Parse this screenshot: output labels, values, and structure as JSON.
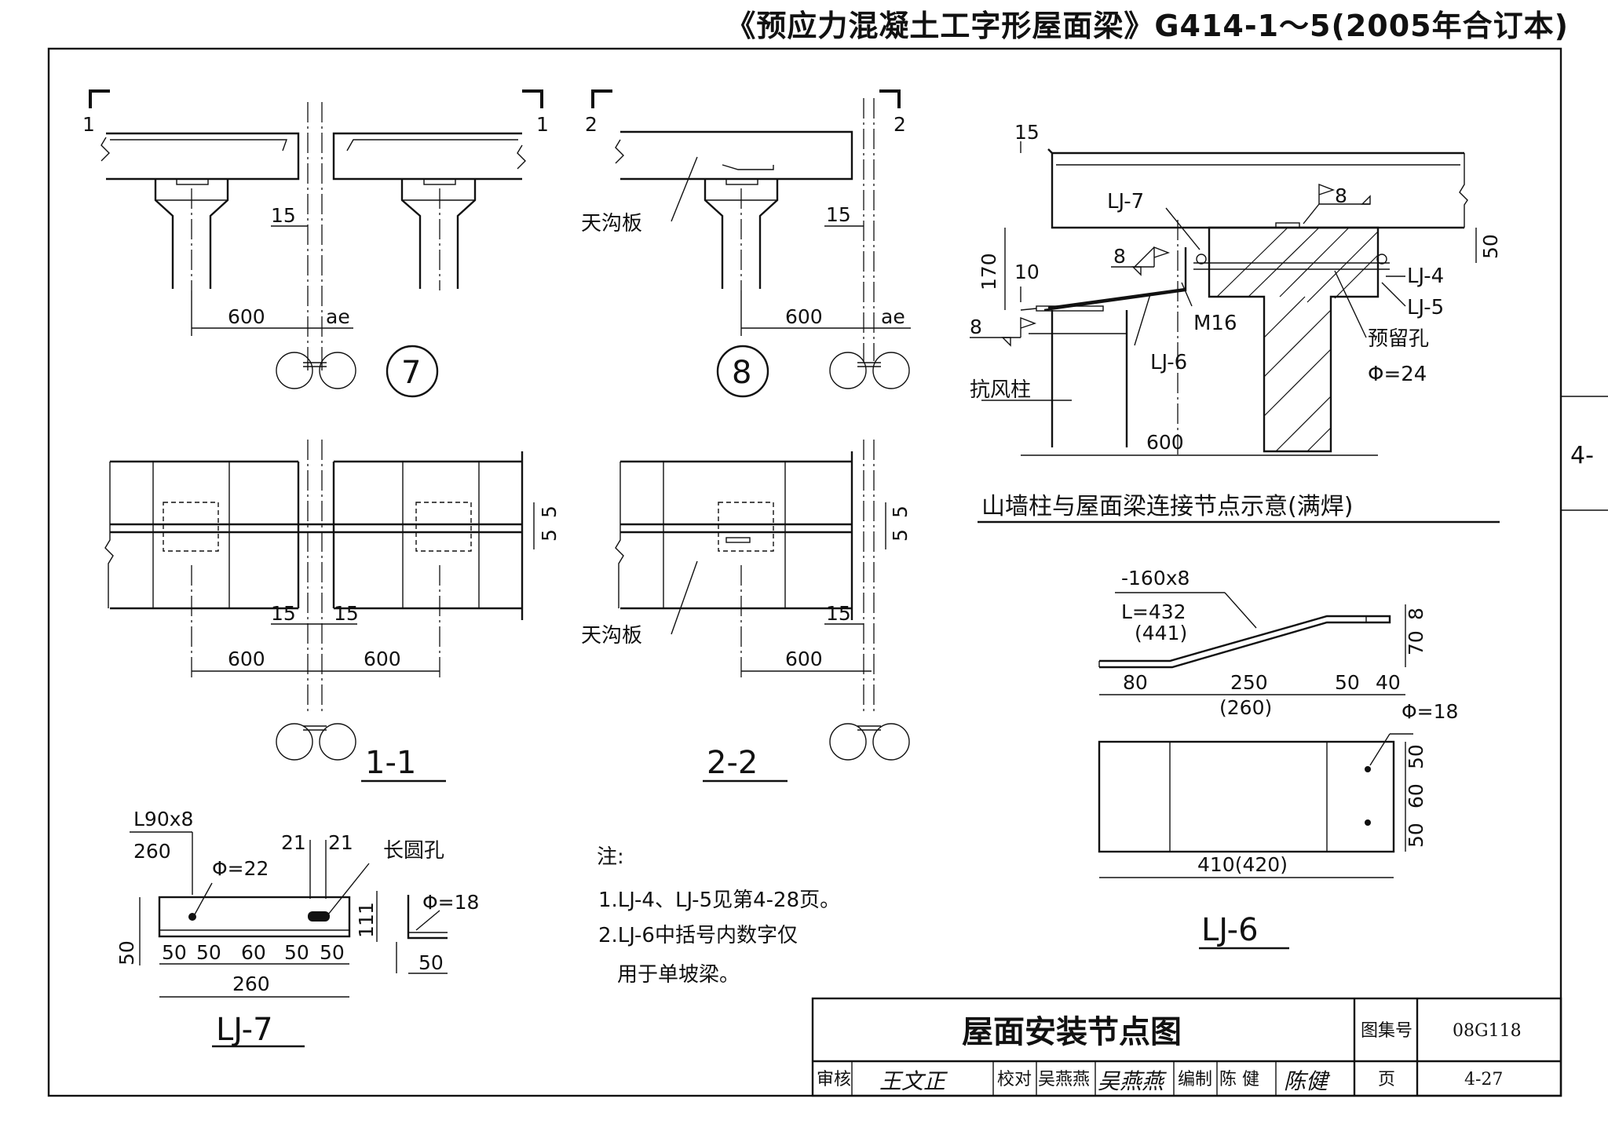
{
  "header": {
    "title": "《预应力混凝土工字形屋面梁》G414-1～5(2005年合订本)"
  },
  "side_tab": "4-",
  "detail7": {
    "section_marks": [
      "1",
      "1"
    ],
    "dims": {
      "d15": "15",
      "d600": "600",
      "ae": "ae"
    },
    "index": "7"
  },
  "detail8": {
    "section_marks": [
      "2",
      "2"
    ],
    "label_gutter": "天沟板",
    "dims": {
      "d15": "15",
      "d600": "600",
      "ae": "ae"
    },
    "index": "8"
  },
  "plan11": {
    "dims": {
      "d15a": "15",
      "d15b": "15",
      "d600a": "600",
      "d600b": "600",
      "d5a": "5",
      "d5b": "5"
    },
    "caption": "1-1"
  },
  "plan22": {
    "label_gutter": "天沟板",
    "dims": {
      "d15": "15",
      "d600": "600",
      "d5a": "5",
      "d5b": "5"
    },
    "caption": "2-2"
  },
  "node": {
    "labels": {
      "lj7": "LJ-7",
      "lj4": "LJ-4",
      "lj5": "LJ-5",
      "hole": "预留孔",
      "phi24": "Φ=24",
      "m16": "M16",
      "lj6": "LJ-6",
      "column": "抗风柱"
    },
    "welds": {
      "w8a": "8",
      "w8b": "8",
      "w8c": "8"
    },
    "dims": {
      "d15": "15",
      "d170": "170",
      "d10": "10",
      "d50": "50",
      "d600": "600"
    },
    "caption": "山墙柱与屋面梁连接节点示意(满焊)"
  },
  "lj6": {
    "spec": "-160x8",
    "length": "L=432",
    "length_alt": "(441)",
    "dims": {
      "d8": "8",
      "d70": "70",
      "d80": "80",
      "d250": "250",
      "d260": "(260)",
      "d50": "50",
      "d40": "40"
    },
    "phi": "Φ=18",
    "plan_dims": {
      "p50a": "50",
      "p60": "60",
      "p50b": "50",
      "p410": "410(420)"
    },
    "caption": "LJ-6"
  },
  "lj7": {
    "spec": "L90x8",
    "length": "260",
    "phi22": "Φ=22",
    "dims": {
      "d21a": "21",
      "d21b": "21",
      "d50v": "50",
      "d50a": "50",
      "d50b": "50",
      "d60": "60",
      "d50c": "50",
      "d50d": "50",
      "d260": "260"
    },
    "slot": "长圆孔",
    "phi18": "Φ=18",
    "small_dims": {
      "s1a": "1",
      "s1b": "1",
      "s1c": "1",
      "s50": "50"
    },
    "caption": "LJ-7"
  },
  "notes": {
    "heading": "注:",
    "items": [
      "1.LJ-4、LJ-5见第4-28页。",
      "2.LJ-6中括号内数字仅",
      "用于单坡梁。"
    ]
  },
  "title_block": {
    "title": "屋面安装节点图",
    "atlas_label": "图集号",
    "atlas_no": "08G118",
    "review_label": "审核",
    "review_sig": "王文正",
    "check_label": "校对",
    "check_name": "吴燕燕",
    "check_sig": "吴燕燕",
    "draw_label": "编制",
    "draw_name": "陈  健",
    "draw_sig": "陈健",
    "page_label": "页",
    "page_no": "4-27"
  }
}
